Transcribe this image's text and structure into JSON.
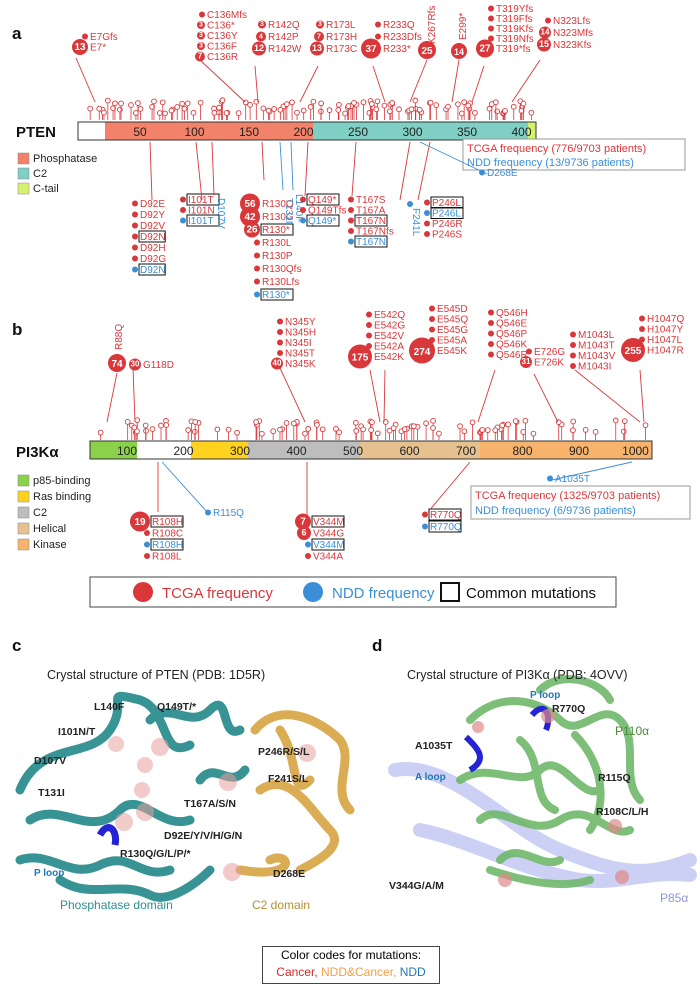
{
  "panels": {
    "a": "a",
    "b": "b",
    "c": "c",
    "d": "d"
  },
  "colors": {
    "tcga": "#d9373a",
    "ndd": "#3a8fd6",
    "phosphatase": "#f2826a",
    "c2": "#7fcfc4",
    "ctail": "#d4f26e",
    "p85": "#8bd14a",
    "ras": "#ffd21f",
    "pi3k_c2": "#bdbdbd",
    "helical": "#e5c190",
    "kinase": "#f7b26b"
  },
  "pten": {
    "name": "PTEN",
    "ticks": [
      "50",
      "100",
      "150",
      "200",
      "250",
      "300",
      "350",
      "400"
    ],
    "legend": [
      "Phosphatase",
      "C2",
      "C-tail"
    ],
    "freq_tcga": "TCGA frequency (776/9703 patients)",
    "freq_ndd": "NDD frequency (13/9736 patients)",
    "top_groups": [
      {
        "items": [
          "E7Gfs",
          "E7*"
        ],
        "count": "13"
      },
      {
        "items": [
          "C136Mfs",
          "C136*",
          "C136Y",
          "C136F",
          "C136R"
        ],
        "counts": [
          "",
          "3",
          "3",
          "3",
          "7"
        ]
      },
      {
        "items": [
          "R142Q",
          "R142P",
          "R142W"
        ],
        "counts": [
          "3",
          "4",
          "12"
        ]
      },
      {
        "items": [
          "R173L",
          "R173H",
          "R173C"
        ],
        "counts": [
          "3",
          "7",
          "13"
        ]
      },
      {
        "items": [
          "R233Q",
          "R233Dfs",
          "R233*"
        ],
        "count": "37"
      },
      {
        "items": [
          "K267Rfs"
        ],
        "count": "25"
      },
      {
        "items": [
          "E299*"
        ],
        "count": "14"
      },
      {
        "items": [
          "T319Yfs",
          "T319Ffs",
          "T319Kfs",
          "T319Nfs",
          "T319*fs"
        ],
        "count": "27"
      },
      {
        "items": [
          "N323Lfs",
          "N323Mfs",
          "N323Kfs"
        ],
        "counts": [
          "",
          "14",
          "15"
        ]
      }
    ],
    "bottom_groups": [
      {
        "items": [
          "D92E",
          "D92Y",
          "D92V",
          "D92N",
          "D92H",
          "D92G",
          "D92N"
        ]
      },
      {
        "items": [
          "I101T",
          "I101N",
          "I101T"
        ]
      },
      {
        "items": [
          "D107V"
        ]
      },
      {
        "items": [
          "R130Q",
          "R130G",
          "R130*",
          "R130L",
          "R130P",
          "R130Qfs",
          "R130Lfs",
          "R130*"
        ],
        "counts": [
          "56",
          "42",
          "26"
        ]
      },
      {
        "items": [
          "T131I"
        ]
      },
      {
        "items": [
          "L140F"
        ]
      },
      {
        "items": [
          "Q149*",
          "Q149Tfs",
          "Q149*"
        ]
      },
      {
        "items": [
          "T167S",
          "T167A",
          "T167N",
          "T167Nfs",
          "T167N"
        ]
      },
      {
        "items": [
          "F241L"
        ]
      },
      {
        "items": [
          "P246L",
          "P246L",
          "P246R",
          "P246S"
        ]
      },
      {
        "items": [
          "D268E"
        ]
      }
    ]
  },
  "pi3k": {
    "name": "PI3Kα",
    "ticks": [
      "100",
      "200",
      "300",
      "400",
      "500",
      "600",
      "700",
      "800",
      "900",
      "1000"
    ],
    "legend": [
      "p85-binding",
      "Ras binding",
      "C2",
      "Helical",
      "Kinase"
    ],
    "freq_tcga": "TCGA frequency (1325/9703 patients)",
    "freq_ndd": "NDD frequency (6/9736 patients)",
    "top_groups": [
      {
        "items": [
          "R88Q"
        ],
        "count": "74"
      },
      {
        "items": [
          "G118D"
        ],
        "count": "30"
      },
      {
        "items": [
          "N345Y",
          "N345H",
          "N345I",
          "N345T",
          "N345K"
        ],
        "count": "40"
      },
      {
        "items": [
          "E542Q",
          "E542G",
          "E542V",
          "E542A",
          "E542K"
        ],
        "count": "175"
      },
      {
        "items": [
          "E545D",
          "E545Q",
          "E545G",
          "E545A",
          "E545K"
        ],
        "count": "274"
      },
      {
        "items": [
          "Q546H",
          "Q546E",
          "Q546P",
          "Q546K",
          "Q546R"
        ]
      },
      {
        "items": [
          "E726G",
          "E726K"
        ],
        "count": "31"
      },
      {
        "items": [
          "M1043L",
          "M1043T",
          "M1043V",
          "M1043I"
        ]
      },
      {
        "items": [
          "H1047Q",
          "H1047Y",
          "H1047L",
          "H1047R"
        ],
        "count": "255"
      }
    ],
    "bottom_groups": [
      {
        "items": [
          "R108H",
          "R108C",
          "R108H",
          "R108L"
        ],
        "count": "19"
      },
      {
        "items": [
          "R115Q"
        ]
      },
      {
        "items": [
          "V344M",
          "V344G",
          "V344M",
          "V344A"
        ],
        "counts": [
          "7",
          "6"
        ]
      },
      {
        "items": [
          "R770Q",
          "R770Q"
        ]
      },
      {
        "items": [
          "A1035T"
        ]
      }
    ]
  },
  "legend_box": {
    "tcga": "TCGA frequency",
    "ndd": "NDD frequency",
    "common": "Common mutations"
  },
  "struct_c": {
    "title": "Crystal structure of PTEN (PDB: 1D5R)",
    "labels": [
      "L140F",
      "Q149T/*",
      "I101N/T",
      "P246R/S/L",
      "D107V",
      "F241S/L",
      "T131I",
      "T167A/S/N",
      "D92E/Y/V/H/G/N",
      "R130Q/G/L/P/*",
      "D268E",
      "P loop"
    ],
    "domain1": "Phosphatase domain",
    "domain2": "C2 domain"
  },
  "struct_d": {
    "title": "Crystal structure of PI3Kα (PDB: 4OVV)",
    "labels": [
      "R770Q",
      "P loop",
      "P110α",
      "A1035T",
      "A loop",
      "R115Q",
      "R108C/L/H",
      "V344G/A/M",
      "P85α"
    ]
  },
  "color_codes": {
    "title": "Color codes for mutations:",
    "cancer": "Cancer,",
    "ndd_cancer": "NDD&Cancer,",
    "ndd": "NDD"
  }
}
